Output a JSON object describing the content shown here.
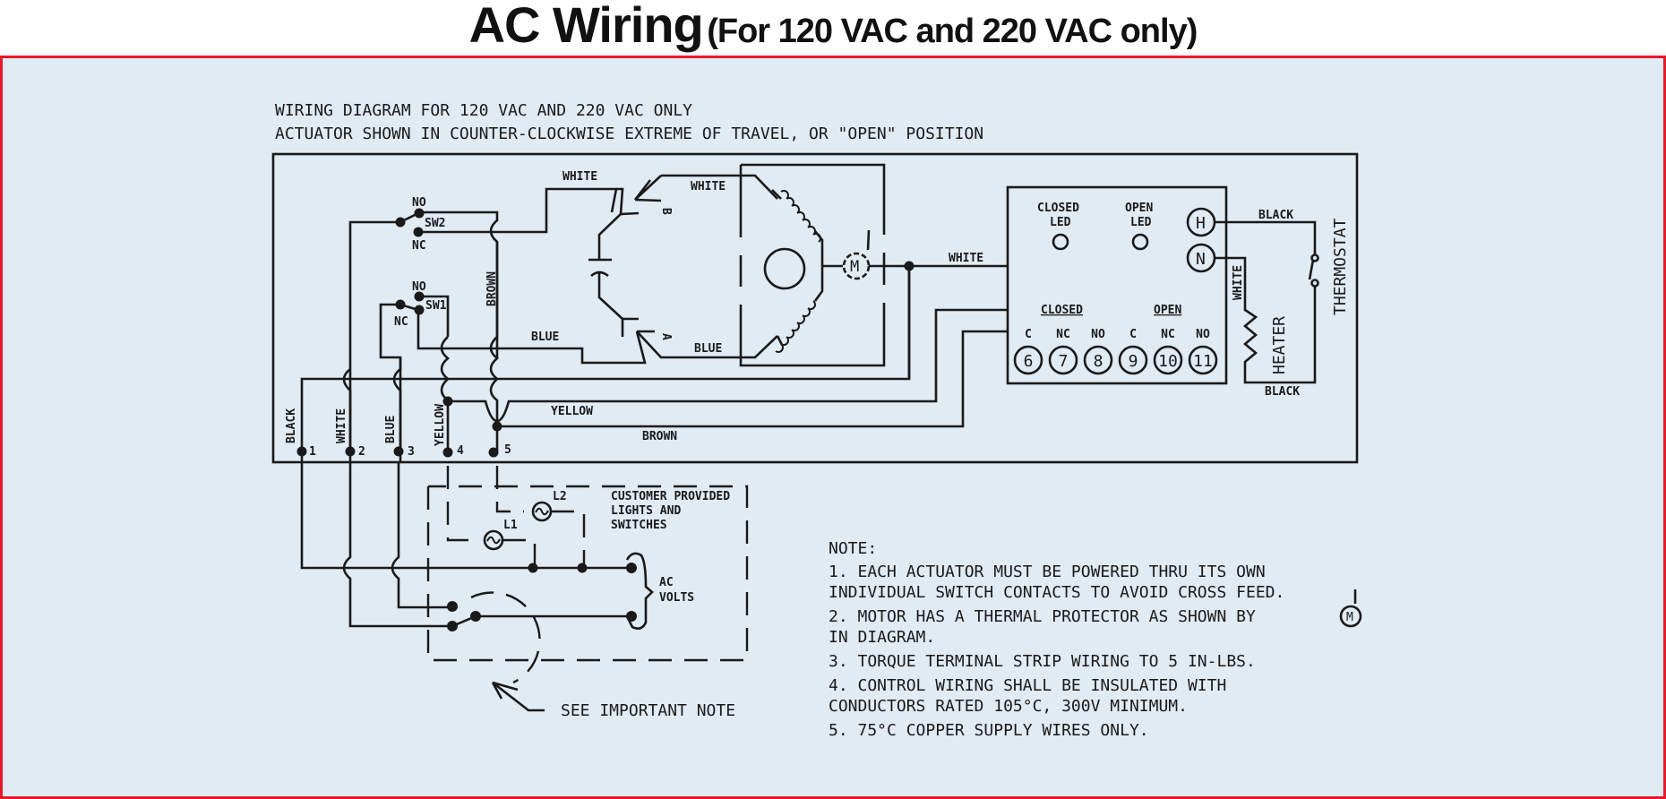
{
  "title": {
    "main": "AC Wiring",
    "sub": "(For 120 VAC and 220 VAC only)"
  },
  "colors": {
    "frame": "#e8192c",
    "panel_bg": "#e1ebf4",
    "ink": "#1a1a1a"
  },
  "diagram": {
    "header_lines": [
      "WIRING DIAGRAM FOR 120 VAC AND 220 VAC ONLY",
      "ACTUATOR SHOWN IN COUNTER-CLOCKWISE EXTREME OF TRAVEL, OR \"OPEN\" POSITION"
    ],
    "switches": {
      "sw2": {
        "name": "SW2",
        "no": "NO",
        "nc": "NC"
      },
      "sw1": {
        "name": "SW1",
        "no": "NO",
        "nc": "NC"
      }
    },
    "wire_labels": {
      "brown_vertical": "BROWN",
      "white_top": "WHITE",
      "white_to_b": "WHITE",
      "blue_left": "BLUE",
      "blue_to_a": "BLUE",
      "white_to_board": "WHITE",
      "yellow_h": "YELLOW",
      "brown_h": "BROWN",
      "black_heater": "BLACK",
      "black_heater_bottom": "BLACK",
      "white_heater": "WHITE"
    },
    "capacitor_terminals": {
      "b": "B",
      "a": "A"
    },
    "motor_symbol": "M",
    "terminals": [
      {
        "wire": "BLACK",
        "number": "1"
      },
      {
        "wire": "WHITE",
        "number": "2"
      },
      {
        "wire": "BLUE",
        "number": "3"
      },
      {
        "wire": "YELLOW",
        "number": "4"
      },
      {
        "wire": "",
        "number": "5"
      }
    ],
    "board": {
      "closed_led": [
        "CLOSED",
        "LED"
      ],
      "open_led": [
        "OPEN",
        "LED"
      ],
      "closed_group": "CLOSED",
      "open_group": "OPEN",
      "h_terminal": "H",
      "n_terminal": "N",
      "contacts": [
        {
          "type": "C",
          "number": "6"
        },
        {
          "type": "NC",
          "number": "7"
        },
        {
          "type": "NO",
          "number": "8"
        },
        {
          "type": "C",
          "number": "9"
        },
        {
          "type": "NC",
          "number": "10"
        },
        {
          "type": "NO",
          "number": "11"
        }
      ]
    },
    "heater_label": "HEATER",
    "thermostat_label": "THERMOSTAT",
    "customer": {
      "label_lines": [
        "CUSTOMER PROVIDED",
        "LIGHTS AND",
        "SWITCHES"
      ],
      "l1": "L1",
      "l2": "L2",
      "ac_volts": [
        "AC",
        "VOLTS"
      ],
      "see_note": "SEE IMPORTANT NOTE"
    },
    "notes": {
      "heading": "NOTE:",
      "lines": [
        "1. EACH ACTUATOR MUST BE POWERED THRU ITS OWN",
        "INDIVIDUAL SWITCH CONTACTS TO AVOID CROSS FEED.",
        "2. MOTOR HAS A THERMAL PROTECTOR AS SHOWN BY",
        "IN DIAGRAM.",
        "3. TORQUE TERMINAL STRIP WIRING TO 5 IN-LBS.",
        "4. CONTROL WIRING SHALL BE INSULATED WITH",
        "CONDUCTORS RATED 105°C, 300V MINIMUM.",
        "5. 75°C COPPER SUPPLY WIRES ONLY."
      ],
      "motor_symbol": "M"
    }
  }
}
